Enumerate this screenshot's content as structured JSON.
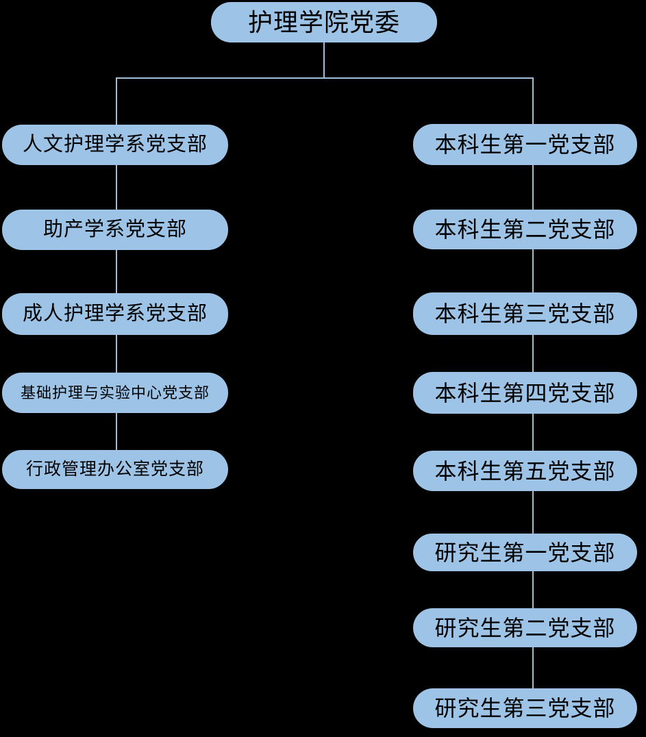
{
  "colors": {
    "background": "#000000",
    "node_fill": "#9DC4E7",
    "connector": "#A3BCD9",
    "node_text": "#000000"
  },
  "org_chart": {
    "type": "organization-tree",
    "root": "护理学院党委",
    "left_branch": [
      "人文护理学系党支部",
      "助产学系党支部",
      "成人护理学系党支部",
      "基础护理与实验中心党支部",
      "行政管理办公室党支部"
    ],
    "right_branch": [
      "本科生第一党支部",
      "本科生第二党支部",
      "本科生第三党支部",
      "本科生第四党支部",
      "本科生第五党支部",
      "研究生第一党支部",
      "研究生第二党支部",
      "研究生第三党支部"
    ]
  }
}
